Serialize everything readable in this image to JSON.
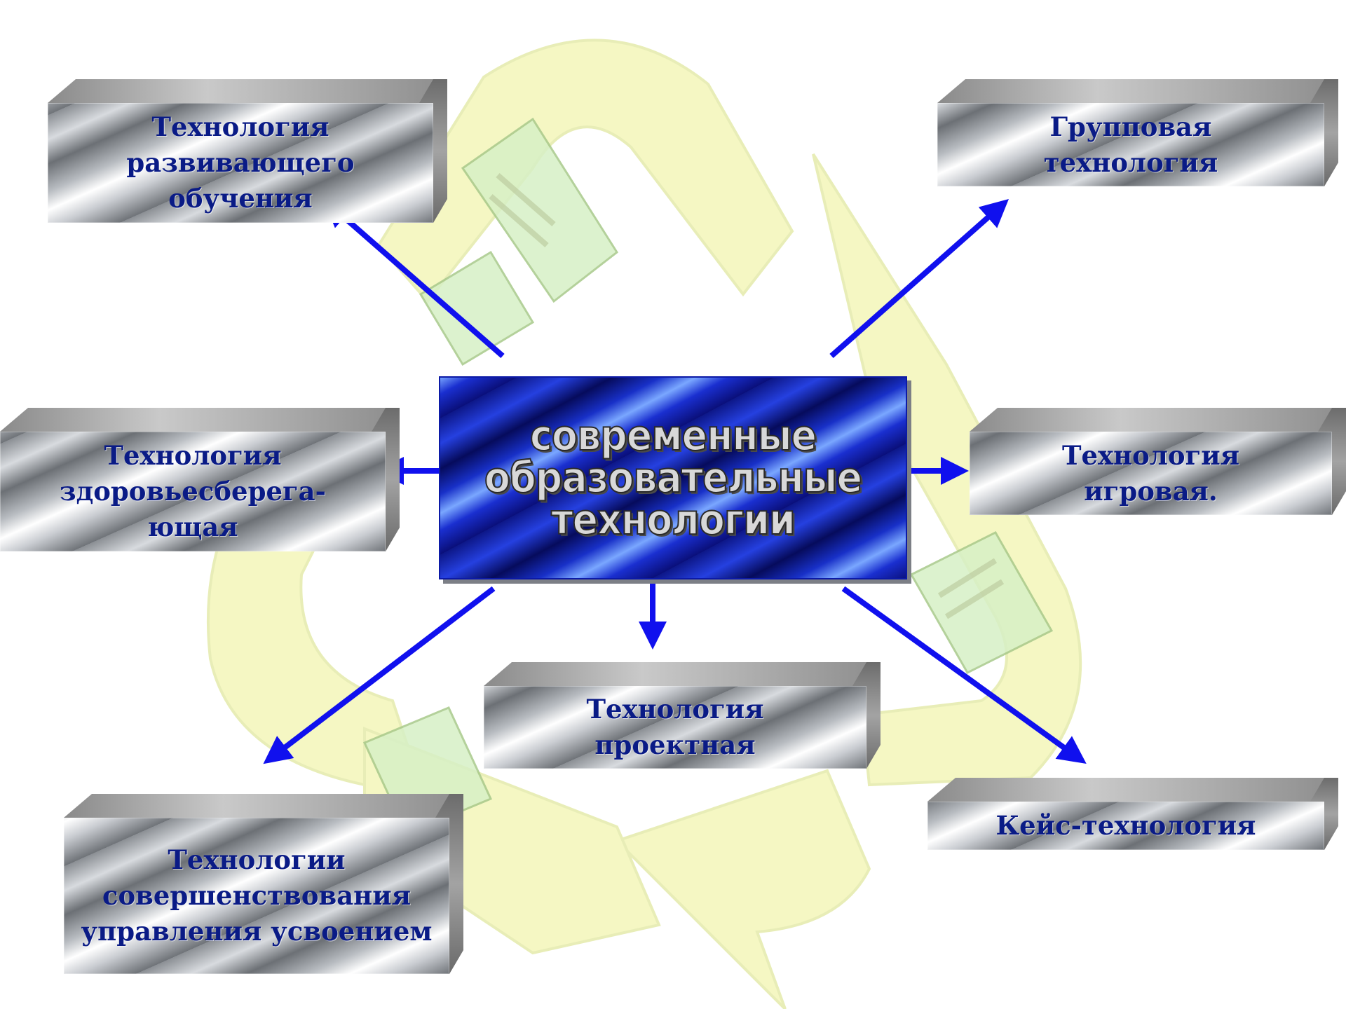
{
  "center": {
    "title": "современные\nобразовательные\nтехнологии"
  },
  "nodes": {
    "developmental": "Технология развивающего обучения",
    "group": "Групповая технология",
    "health": "Технология здоровьесберега-ющая",
    "game": "Технология игровая.",
    "project": "Технология проектная",
    "management": "Технологии совершенствования управления усвоением",
    "case": "Кейс-технология"
  },
  "colors": {
    "arrow": "#1010ee",
    "label": "#0a1b86",
    "background_shape": "#f3f7b8",
    "center_fill": "#1a2fd0"
  }
}
